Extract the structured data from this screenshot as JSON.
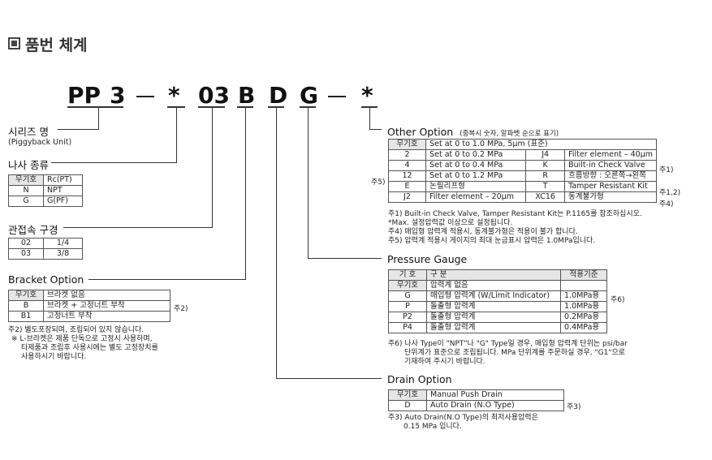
{
  "title": "품번 체계",
  "code": [
    "PP",
    "3",
    "—",
    "*",
    "03",
    "B",
    "D",
    "G",
    "—",
    "*"
  ],
  "series": {
    "label": "시리즈 명",
    "sub": "(Piggyback Unit)"
  },
  "thread": {
    "label": "나사 종류",
    "rows": [
      [
        "무기호",
        "Rc(PT)"
      ],
      [
        "N",
        "NPT"
      ],
      [
        "G",
        "G(PF)"
      ]
    ]
  },
  "port": {
    "label": "관접속 구경",
    "rows": [
      [
        "02",
        "1/4"
      ],
      [
        "03",
        "3/8"
      ]
    ]
  },
  "bracket": {
    "label": "Bracket Option",
    "rows": [
      [
        "무기호",
        "브라켓 없음"
      ],
      [
        "B",
        "브라켓 + 고정너트 부착"
      ],
      [
        "B1",
        "고정너트 부착"
      ]
    ],
    "side": "주2)",
    "notes": [
      "주2) 별도포장되며, 조립되어 있지 않습니다.",
      "※ L-브라켓은 제품 단독으로 고정시 사용하며,",
      "타제품과 조립후 사용시에는 별도 고정장치를",
      "사용하시기 바랍니다."
    ]
  },
  "other": {
    "label": "Other Option",
    "label_sub": "(중복시 숫자, 알파벳 순으로 표기)",
    "rows": [
      [
        "무기호",
        "Set at 0 to 1.0 MPa, 5μm (표준)",
        "",
        ""
      ],
      [
        "2",
        "Set at 0 to 0.2 MPa",
        "J4",
        "Filter element – 40μm"
      ],
      [
        "4",
        "Set at 0 to 0.4 MPa",
        "K",
        "Built-in Check Valve"
      ],
      [
        "12",
        "Set at 0 to 1.2 MPa",
        "R",
        "흐름방향 : 오른쪽→왼쪽"
      ],
      [
        "E",
        "논릴리프형",
        "T",
        "Tamper Resistant Kit"
      ],
      [
        "J2",
        "Filter element – 20μm",
        "XC16",
        "동계불가형"
      ]
    ],
    "left_note": "주5)",
    "side_notes": [
      "주1)",
      "주1,2)",
      "주4)"
    ],
    "notes": [
      "주1) Built-in Check Valve, Tamper Resistant Kit는 P.1165를 참조하십시오.",
      "*Max. 설정압력값 이상으로 설정됩니다.",
      "주4) 매입형 압력계 적용시, 동계불가형은 적용이 불가 합니다.",
      "주5) 압력계 적용시 게이지의 최대 눈금표시 압력은 1.0MPa입니다."
    ]
  },
  "gauge": {
    "label": "Pressure Gauge",
    "headers": [
      "기 호",
      "구 분",
      "적용기준"
    ],
    "rows": [
      [
        "무기호",
        "압력계 없음",
        ""
      ],
      [
        "G",
        "매입형 압력계 (W/Limit Indicator)",
        "1.0MPa용"
      ],
      [
        "P",
        "돌출형 압력계",
        "1.0MPa용"
      ],
      [
        "P2",
        "돌출형 압력계",
        "0.2MPa용"
      ],
      [
        "P4",
        "돌출형 압력계",
        "0.4MPa용"
      ]
    ],
    "side": "주6)",
    "notes": [
      "주6) 나사 Type이 \"NPT\"나 \"G\" Type일 경우, 매입형 압력계 단위는 psi/bar",
      "단위계가 표준으로 조립됩니다. MPa 단위계를 주문하실 경우, \"G1\"으로",
      "기재하여 주시기 바랍니다."
    ]
  },
  "drain": {
    "label": "Drain Option",
    "rows": [
      [
        "무기호",
        "Manual Push Drain"
      ],
      [
        "D",
        "Auto Drain (N.O Type)"
      ]
    ],
    "side": "주3)",
    "notes": [
      "주3) Auto Drain(N.O Type)의 최저사용압력은",
      "0.15 MPa 입니다."
    ]
  }
}
